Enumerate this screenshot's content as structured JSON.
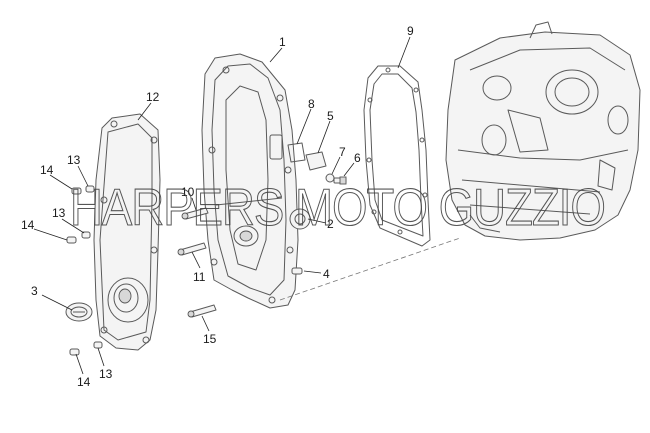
{
  "watermark": "HARPERS MOTO GUZZIO",
  "callouts": [
    "1",
    "2",
    "3",
    "4",
    "5",
    "6",
    "7",
    "8",
    "9",
    "10",
    "11",
    "12",
    "13",
    "14",
    "15"
  ],
  "colors": {
    "line": "#5a5a5a",
    "text": "#1a1a1a",
    "background": "#ffffff"
  }
}
